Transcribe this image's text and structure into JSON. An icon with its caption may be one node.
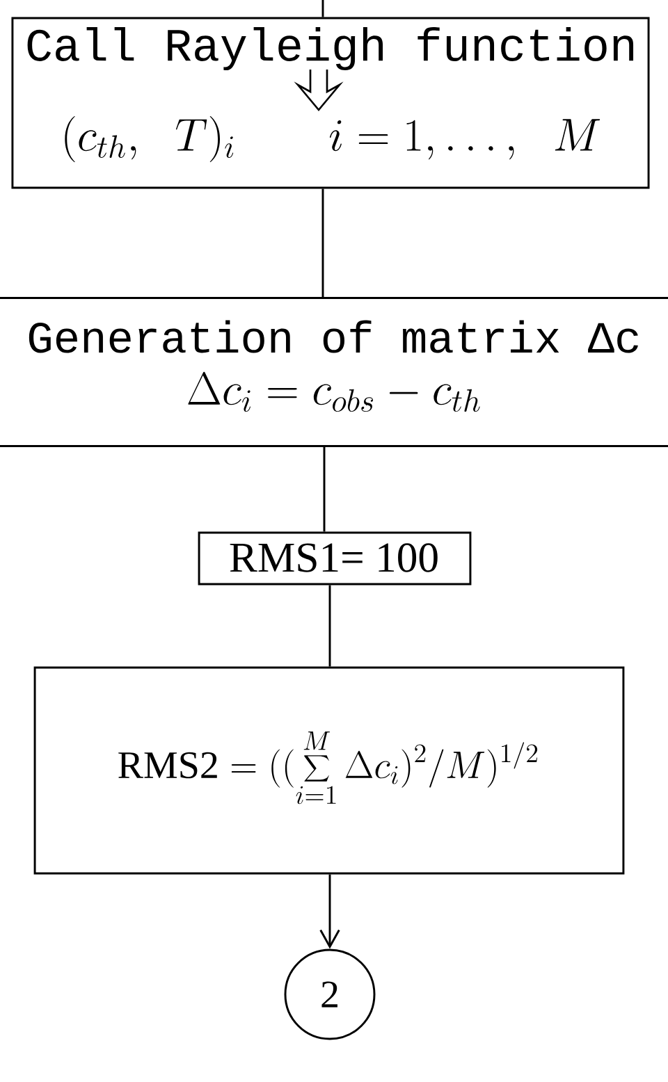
{
  "diagram": {
    "nodes": [
      {
        "text": [
          "Call Rayleigh function",
          "(c_{th},\\ T)_i\\qquad i=1,\\ldots,\\ M"
        ]
      },
      {
        "text": [
          "Generation of matrix Δc",
          "\\Delta c_i = c_{obs} - c_{th}"
        ]
      },
      {
        "text": [
          "RMS1= 100"
        ]
      },
      {
        "text": [
          "\\mathrm{RMS2}=((\\sum_{i=1}^{M}\\Delta c_i)^2/M)^{1/2}"
        ]
      },
      {
        "text": [
          "2"
        ]
      }
    ],
    "edges": [
      {
        "from": null,
        "to": 0,
        "arrow": "none"
      },
      {
        "from": 0,
        "to": 1,
        "arrow": "none"
      },
      {
        "from": 1,
        "to": 2,
        "arrow": "none"
      },
      {
        "from": 2,
        "to": 3,
        "arrow": "none"
      },
      {
        "from": 3,
        "to": 4,
        "arrow": "to"
      }
    ]
  }
}
